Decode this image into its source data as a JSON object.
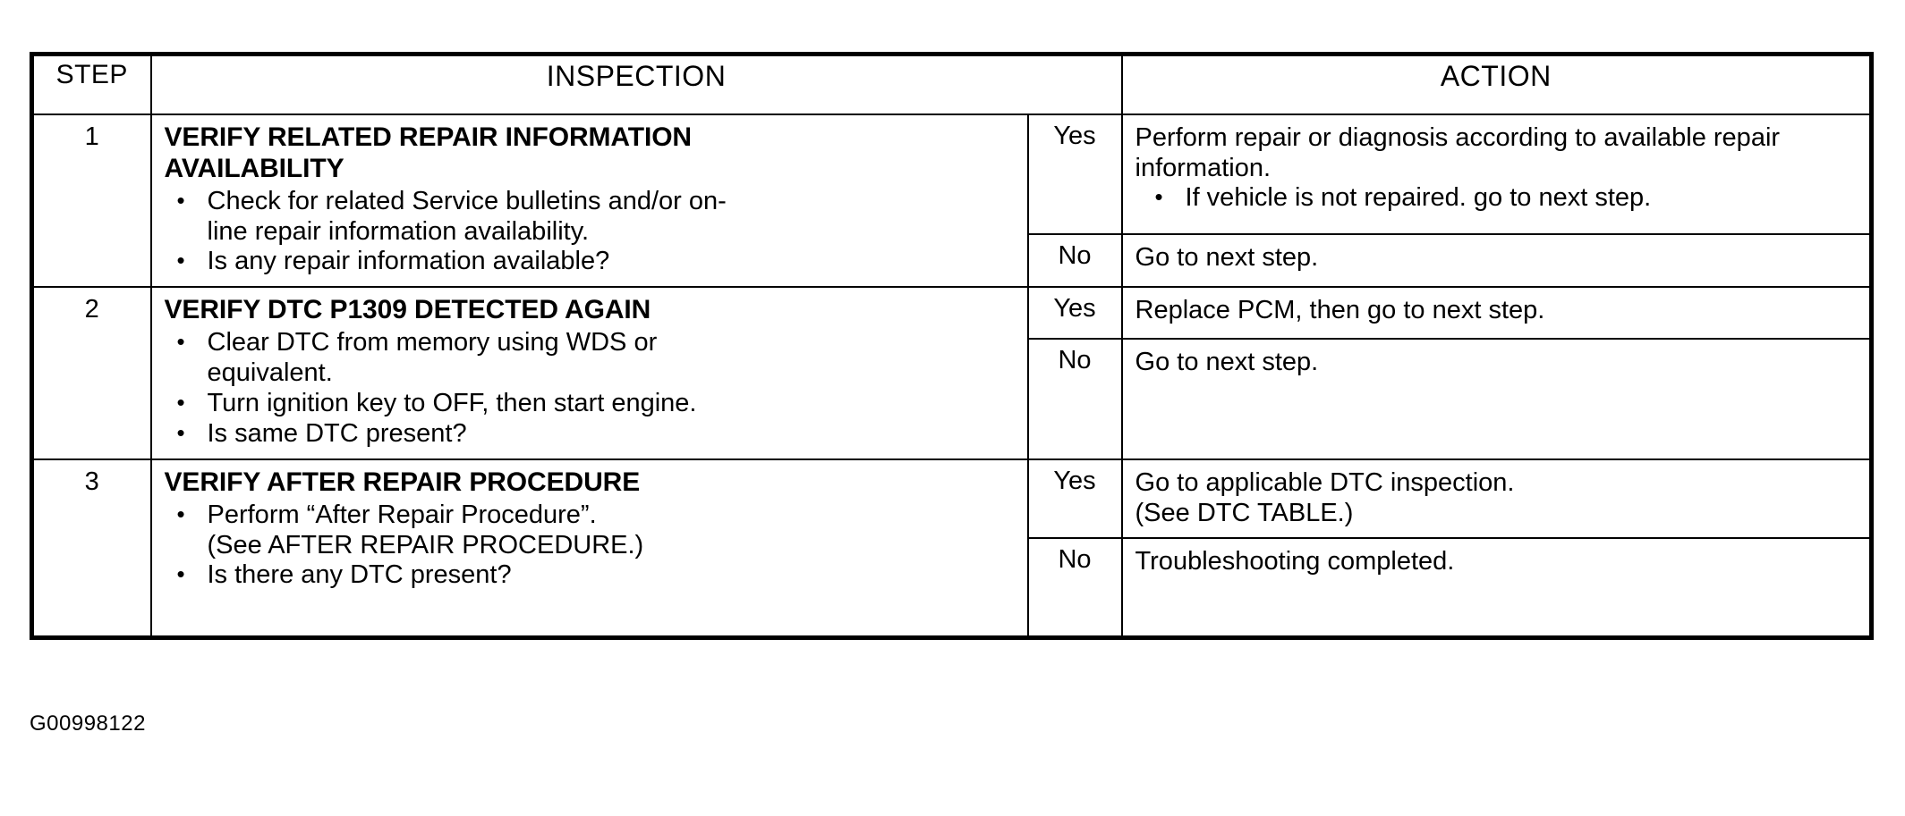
{
  "document": {
    "caption": "G00998122"
  },
  "table": {
    "headers": {
      "step": "STEP",
      "inspection": "INSPECTION",
      "action": "ACTION"
    },
    "rows": [
      {
        "step": "1",
        "inspection": {
          "title_line_1": "VERIFY RELATED REPAIR INFORMATION",
          "title_line_2": "AVAILABILITY",
          "bullets": [
            {
              "line_1": "Check for related Service bulletins and/or on-",
              "line_2": "line repair information availability."
            },
            {
              "line_1": "Is any repair information available?"
            }
          ]
        },
        "branches": [
          {
            "label": "Yes",
            "lines": [
              "Perform repair or diagnosis according to available repair",
              "information."
            ],
            "bullets": [
              "If vehicle is not repaired. go to next step."
            ]
          },
          {
            "label": "No",
            "lines": [
              "Go to next step."
            ],
            "bullets": []
          }
        ]
      },
      {
        "step": "2",
        "inspection": {
          "title_line_1": "VERIFY DTC P1309 DETECTED AGAIN",
          "title_line_2": "",
          "bullets": [
            {
              "line_1": "Clear DTC from memory using WDS or",
              "line_2": "equivalent."
            },
            {
              "line_1": "Turn ignition key to OFF, then start engine."
            },
            {
              "line_1": "Is same DTC present?"
            }
          ]
        },
        "branches": [
          {
            "label": "Yes",
            "lines": [
              "Replace PCM, then go to next step."
            ],
            "bullets": []
          },
          {
            "label": "No",
            "lines": [
              "Go to next step."
            ],
            "bullets": []
          }
        ]
      },
      {
        "step": "3",
        "inspection": {
          "title_line_1": "VERIFY AFTER REPAIR PROCEDURE",
          "title_line_2": "",
          "bullets": [
            {
              "line_1": "Perform “After Repair Procedure”.",
              "line_2": "(See AFTER REPAIR PROCEDURE.)"
            },
            {
              "line_1": "Is there any DTC present?"
            }
          ]
        },
        "branches": [
          {
            "label": "Yes",
            "lines": [
              "Go to applicable DTC inspection.",
              "(See DTC TABLE.)"
            ],
            "bullets": []
          },
          {
            "label": "No",
            "lines": [
              "Troubleshooting completed."
            ],
            "bullets": []
          }
        ]
      }
    ]
  },
  "colors": {
    "ink": "#000000",
    "paper": "#ffffff"
  }
}
